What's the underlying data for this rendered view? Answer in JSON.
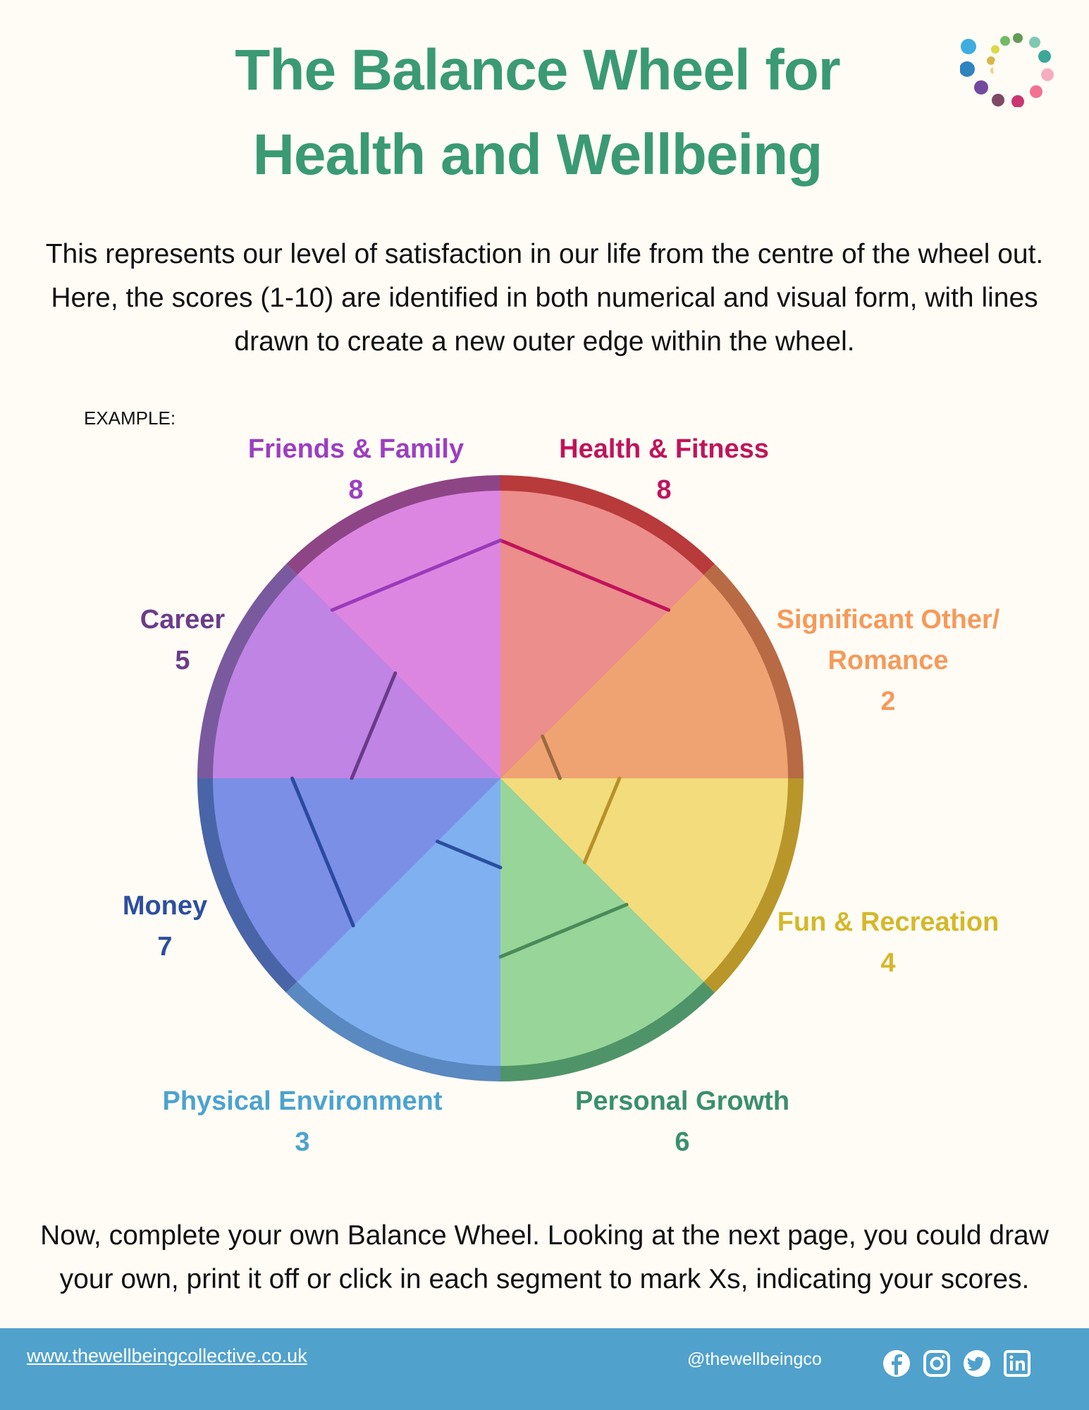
{
  "title": {
    "line1": "The Balance Wheel for",
    "line2": "Health and Wellbeing"
  },
  "intro": [
    "This represents our level of satisfaction in our life from the centre of the wheel out.",
    "Here, the scores (1-10) are identified in both numerical and visual form, with lines",
    "drawn to create a new outer edge within the wheel."
  ],
  "example_label": "EXAMPLE:",
  "segments": [
    {
      "name": "Health & Fitness",
      "label_lines": [
        "Health & Fitness"
      ],
      "score": 8,
      "fill": "#ec8e8c",
      "ring": "#b83a3a",
      "line": "#c0145a",
      "text": "#c0145a"
    },
    {
      "name": "Significant Other/ Romance",
      "label_lines": [
        "Significant Other/",
        "Romance"
      ],
      "score": 2,
      "fill": "#f0a372",
      "ring": "#b86a45",
      "line": "#9a6a40",
      "text": "#f59a5a"
    },
    {
      "name": "Fun & Recreation",
      "label_lines": [
        "Fun & Recreation"
      ],
      "score": 4,
      "fill": "#f2dc7c",
      "ring": "#b8962a",
      "line": "#b8902a",
      "text": "#d4b82a"
    },
    {
      "name": "Personal Growth",
      "label_lines": [
        "Personal Growth"
      ],
      "score": 6,
      "fill": "#98d598",
      "ring": "#4f9468",
      "line": "#4a8a5a",
      "text": "#3a8f6e"
    },
    {
      "name": "Physical Environment",
      "label_lines": [
        "Physical Environment"
      ],
      "score": 3,
      "fill": "#80b0f0",
      "ring": "#5a88c0",
      "line": "#2a4f9e",
      "text": "#4ba3cf"
    },
    {
      "name": "Money",
      "label_lines": [
        "Money"
      ],
      "score": 7,
      "fill": "#7b8fe6",
      "ring": "#4a64a8",
      "line": "#2a4aa0",
      "text": "#2d4fa0"
    },
    {
      "name": "Career",
      "label_lines": [
        "Career"
      ],
      "score": 5,
      "fill": "#c084e4",
      "ring": "#7a5a9e",
      "line": "#6a3a8a",
      "text": "#6b3c8a"
    },
    {
      "name": "Friends & Family",
      "label_lines": [
        "Friends & Family"
      ],
      "score": 8,
      "fill": "#dc86e2",
      "ring": "#8e4585",
      "line": "#9a3ab8",
      "text": "#9b3fc0"
    }
  ],
  "outro": [
    "Now, complete your own Balance Wheel. Looking at the next page, you could draw",
    "your own, print it off or click in each segment to mark Xs, indicating your scores."
  ],
  "footer": {
    "url": "www.thewellbeingcollective.co.uk",
    "handle": "@thewellbeingco",
    "icons": [
      "facebook-icon",
      "instagram-icon",
      "twitter-icon",
      "linkedin-icon"
    ],
    "bg": "#50a1cc"
  }
}
